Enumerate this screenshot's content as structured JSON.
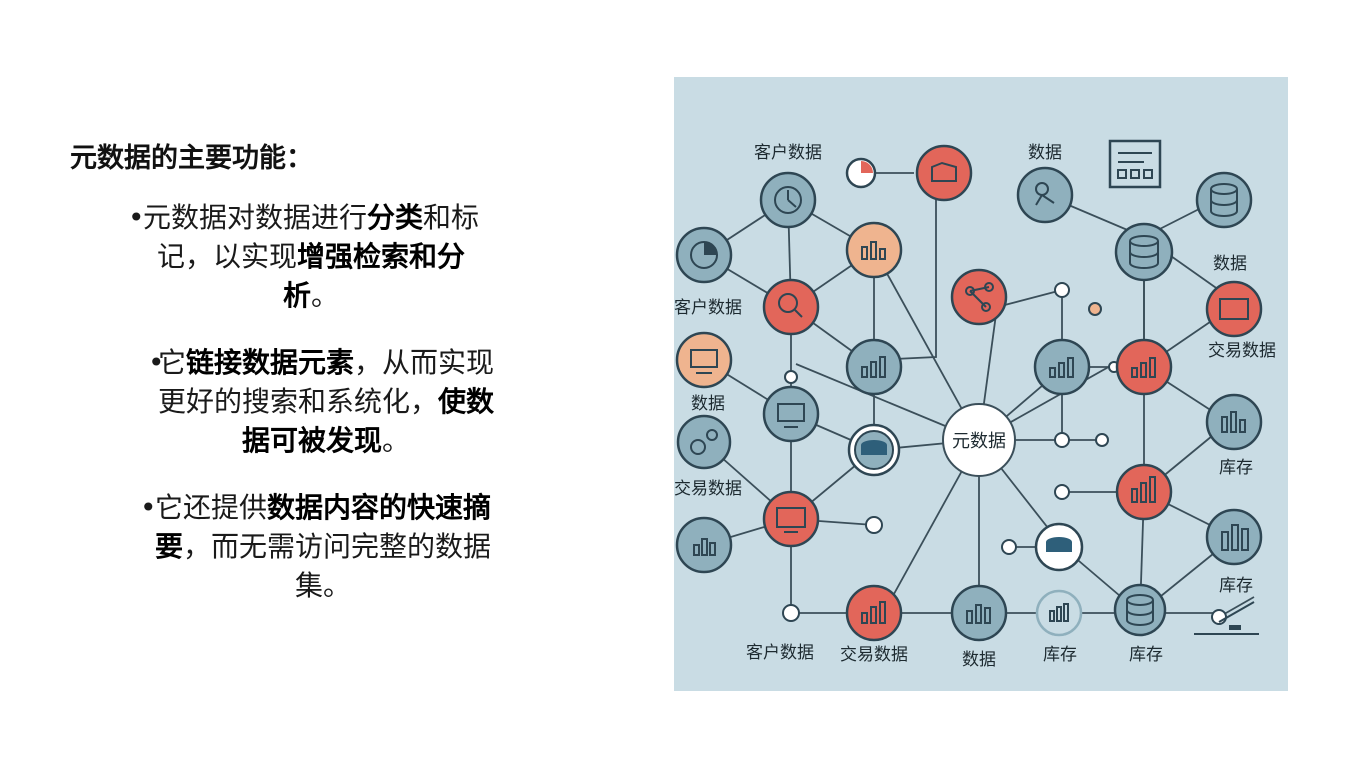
{
  "heading": "元数据的主要功能：",
  "bullets": [
    [
      {
        "t": "元数据对数据进行",
        "b": false
      },
      {
        "t": "分类",
        "b": true
      },
      {
        "t": "和标记，以实现",
        "b": false
      },
      {
        "t": "增强检索和分析",
        "b": true
      },
      {
        "t": "。",
        "b": false
      }
    ],
    [
      {
        "t": "它",
        "b": false
      },
      {
        "t": "链接数据元素",
        "b": true
      },
      {
        "t": "，从而实现更好的搜索和系统化，",
        "b": false
      },
      {
        "t": "使数据可被发现",
        "b": true
      },
      {
        "t": "。",
        "b": false
      }
    ],
    [
      {
        "t": "它还提供",
        "b": false
      },
      {
        "t": "数据内容的快速摘要",
        "b": true
      },
      {
        "t": "，而无需访问完整的数据集。",
        "b": false
      }
    ]
  ],
  "diagram": {
    "center_label": "元数据",
    "labels": {
      "customer_top": "客户数据",
      "data_top": "数据",
      "customer_left": "客户数据",
      "data_right": "数据",
      "transaction_right": "交易数据",
      "data_left": "数据",
      "inventory_right1": "库存",
      "transaction_left": "交易数据",
      "inventory_right2": "库存",
      "customer_bottom": "客户数据",
      "transaction_bottom": "交易数据",
      "data_bottom": "数据",
      "inventory_bottom1": "库存",
      "inventory_bottom2": "库存"
    }
  }
}
